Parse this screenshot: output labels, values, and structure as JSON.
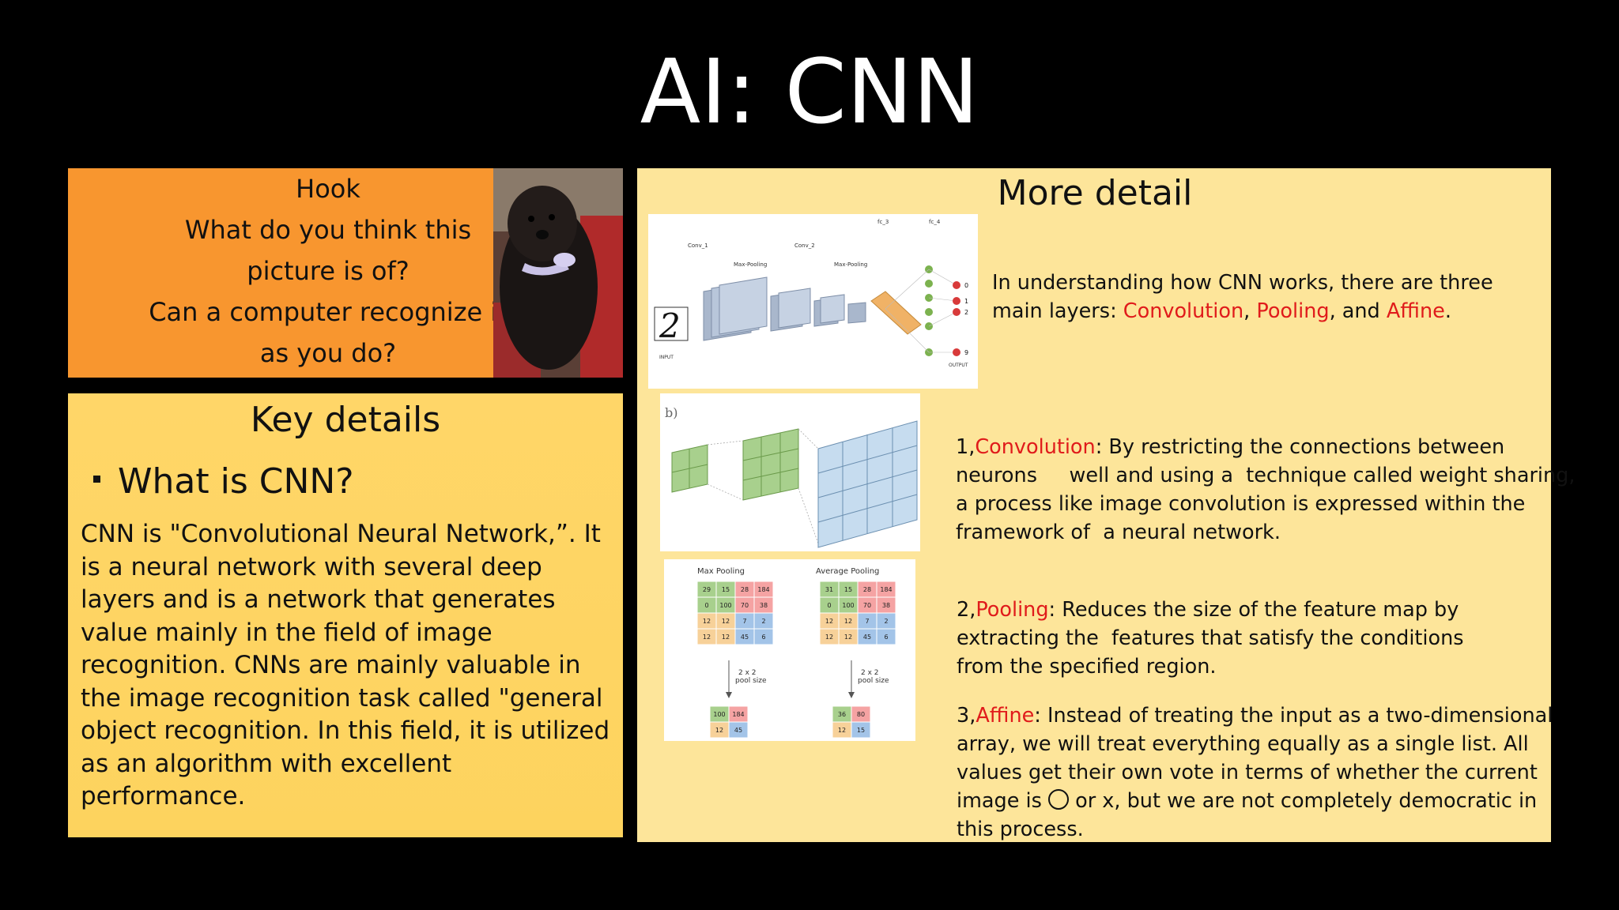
{
  "slide": {
    "title": "AI: CNN"
  },
  "hook": {
    "lines": [
      "Hook",
      "What do you think this",
      "picture is of?",
      "Can a computer recognize it",
      "as you do?"
    ],
    "photo": "black-poodle-dog-photo"
  },
  "key_details": {
    "heading": "Key details",
    "bullet": "What is CNN?",
    "paragraph": "CNN is \"Convolutional Neural Network,”. It is a neural network with several deep layers and is a network that generates value mainly in the field of image recognition. CNNs are mainly valuable in the image recognition task called \"general object recognition. In this field, it is utilized as an algorithm with excellent performance."
  },
  "more_detail": {
    "heading": "More detail",
    "intro_lines": [
      "In understanding how CNN works, there are three"
    ],
    "intro_prefix": "main layers: ",
    "layer1": "Convolution",
    "sep1": ", ",
    "layer2": "Pooling",
    "sep2": ", and ",
    "layer3": "Affine",
    "intro_end": ".",
    "conv": {
      "num": "1,",
      "term": "Convolution",
      "line1": ": By restricting the connections between",
      "line2": "neurons     well and using a  technique called weight sharing,",
      "line3": "a process like image convolution is expressed within the",
      "line4": "framework of  a neural network."
    },
    "pool": {
      "num": "2,",
      "term": "Pooling",
      "line1": ": Reduces the size of the feature map by",
      "line2": "extracting the  features that satisfy the conditions",
      "line3": "from the specified region."
    },
    "affine": {
      "num": "3,",
      "term": "Affine",
      "line1": ": Instead of treating the input as a two-dimensional",
      "line2": "array, we will treat everything equally as a single list. All",
      "line3": "values get their own vote in terms of whether the current",
      "line4a": "image is ",
      "line4b": " or x, but we are not completely democratic in",
      "line5": "this process."
    }
  },
  "figures": {
    "cnn_arch": {
      "digit": "2",
      "labels": [
        "Conv_1",
        "Max-Pooling",
        "Conv_2",
        "Max-Pooling",
        "fc_3",
        "fc_4"
      ],
      "outputs": [
        "0",
        "1",
        "2",
        "9"
      ],
      "output_label": "OUTPUT",
      "input_label": "INPUT"
    },
    "conv_fig": {
      "tag": "b)"
    },
    "pool_fig": {
      "max_title": "Max Pooling",
      "avg_title": "Average Pooling",
      "grid": [
        [
          "29",
          "15",
          "28",
          "184"
        ],
        [
          "0",
          "100",
          "70",
          "38"
        ],
        [
          "12",
          "12",
          "7",
          "2"
        ],
        [
          "12",
          "12",
          "45",
          "6"
        ]
      ],
      "grid2": [
        [
          "31",
          "15",
          "28",
          "184"
        ],
        [
          "0",
          "100",
          "70",
          "38"
        ],
        [
          "12",
          "12",
          "7",
          "2"
        ],
        [
          "12",
          "12",
          "45",
          "6"
        ]
      ],
      "pool_size": [
        "2 x 2",
        "pool size"
      ],
      "max_out": [
        [
          "100",
          "184"
        ],
        [
          "12",
          "45"
        ]
      ],
      "avg_out": [
        [
          "36",
          "80"
        ],
        [
          "12",
          "15"
        ]
      ]
    }
  }
}
